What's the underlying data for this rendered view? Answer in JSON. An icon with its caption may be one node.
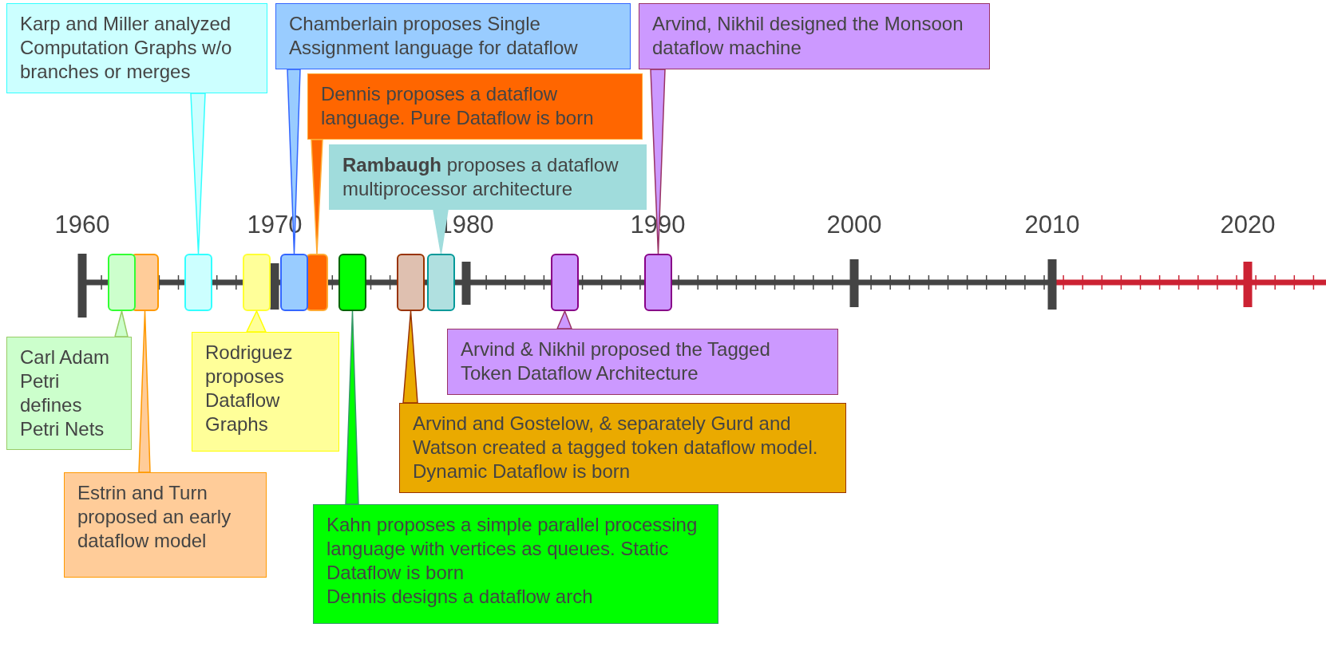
{
  "diagram": {
    "nodes": [
      {
        "text": [
          "Karp and Miller analyzed Computation Graphs w/o branches or merges"
        ]
      },
      {
        "text": [
          "Dennis proposes a dataflow language. Pure Dataflow is born"
        ]
      },
      {
        "text": [
          "**Rambaugh** proposes a dataflow multiprocessor architecture"
        ]
      },
      {
        "text": [
          "Chamberlain proposes Single Assignment language for dataflow"
        ]
      },
      {
        "text": [
          "Arvind, Nikhil designed the Monsoon dataflow machine"
        ]
      },
      {
        "text": [],
        "shape": "box"
      },
      {
        "text": [],
        "shape": "box"
      },
      {
        "text": [],
        "shape": "box"
      },
      {
        "text": [],
        "shape": "box"
      },
      {
        "text": [],
        "shape": "box"
      },
      {
        "text": [],
        "shape": "box"
      },
      {
        "text": [],
        "shape": "box"
      },
      {
        "text": [],
        "shape": "box"
      },
      {
        "text": [],
        "shape": "box"
      },
      {
        "text": [],
        "shape": "box"
      },
      {
        "text": [],
        "shape": "box"
      },
      {
        "text": [
          "Carl Adam Petri defines Petri Nets"
        ]
      },
      {
        "text": [
          "Rodriguez proposes Dataflow Graphs"
        ]
      },
      {
        "text": [
          "Arvind and Gostelow, & separately Gurd and Watson created a tagged token dataflow model. Dynamic Dataflow is born"
        ]
      },
      {
        "text": [
          "Estrin and Turn proposed an early dataflow model"
        ]
      },
      {
        "text": [
          "Kahn proposes a simple parallel processing language with vertices as queues. Static Dataflow is born",
          "Dennis designs a dataflow arch"
        ]
      },
      {
        "text": [
          "Arvind & Nikhil proposed the Tagged Token Dataflow Architecture"
        ]
      }
    ],
    "edges": [
      {
        "from": 0,
        "to": 7,
        "arrow": "to",
        "color": "#33ffff"
      },
      {
        "from": 1,
        "to": 10,
        "arrow": "to",
        "color": "#ffaa33"
      },
      {
        "from": 2,
        "to": 13,
        "arrow": "to",
        "color": "#a0dcdc"
      },
      {
        "from": 3,
        "to": 9,
        "arrow": "to",
        "color": "#3366ff"
      },
      {
        "from": 4,
        "to": 15,
        "arrow": "to",
        "color": "#993366"
      },
      {
        "from": 16,
        "to": 5,
        "arrow": "to",
        "color": "#99cc66"
      },
      {
        "from": 17,
        "to": 8,
        "arrow": "to",
        "color": "#ffff00"
      },
      {
        "from": 18,
        "to": 12,
        "arrow": "to",
        "color": "#993300"
      },
      {
        "from": 19,
        "to": 6,
        "arrow": "to",
        "color": "#ff9900"
      },
      {
        "from": 20,
        "to": 11,
        "arrow": "to",
        "color": "#339966"
      },
      {
        "from": 21,
        "to": 14,
        "arrow": "to",
        "color": "#993366"
      }
    ],
    "labels": [
      "1960",
      "1970",
      "1980",
      "1990",
      "2000",
      "2010",
      "2020"
    ]
  }
}
